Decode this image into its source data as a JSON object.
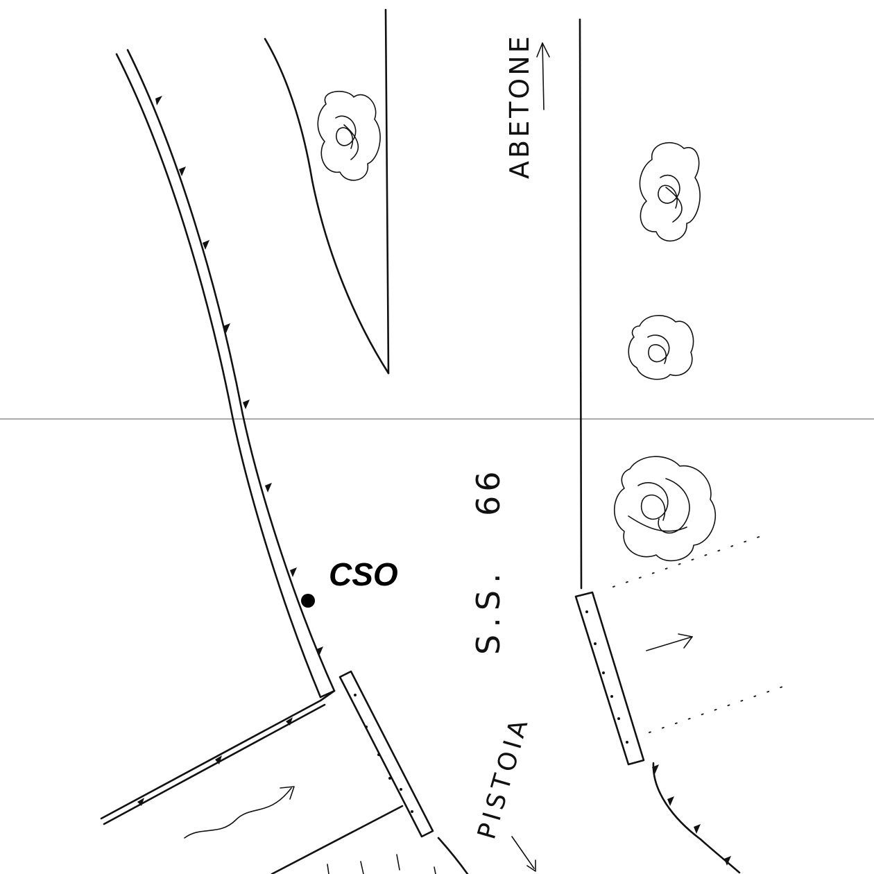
{
  "labels": {
    "abetone": "ABETONE",
    "road_number": "S.S.",
    "road_value": "66",
    "pistoia": "PISTOIA",
    "station": "CSO"
  },
  "colors": {
    "ink": "#111111",
    "background": "#ffffff"
  },
  "icons": [
    "tree-icon",
    "direction-arrow-icon",
    "station-marker-icon"
  ]
}
